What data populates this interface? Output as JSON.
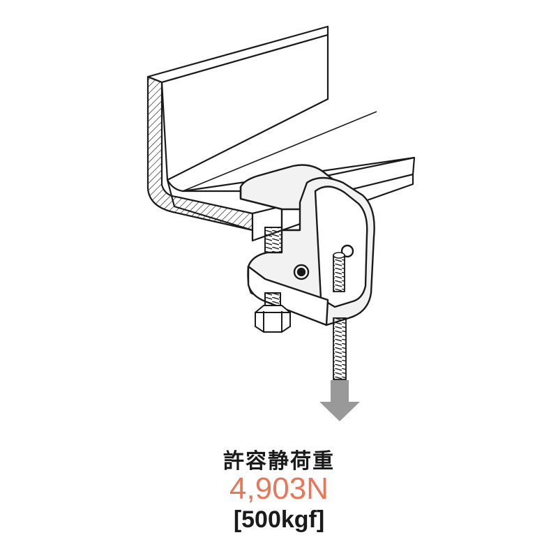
{
  "diagram": {
    "subject": "beam clamp on angle steel with hanging rod",
    "icons": [
      "angle-steel-beam",
      "beam-clamp",
      "threaded-rod",
      "hex-nut",
      "load-arrow"
    ],
    "colors": {
      "line": "#1a1a1a",
      "metal": "#f2f2f2",
      "arrow": "#999999",
      "value": "#e8775a"
    }
  },
  "caption": {
    "label": "許容静荷重",
    "value": "4,903N",
    "unit": "[500kgf]"
  }
}
